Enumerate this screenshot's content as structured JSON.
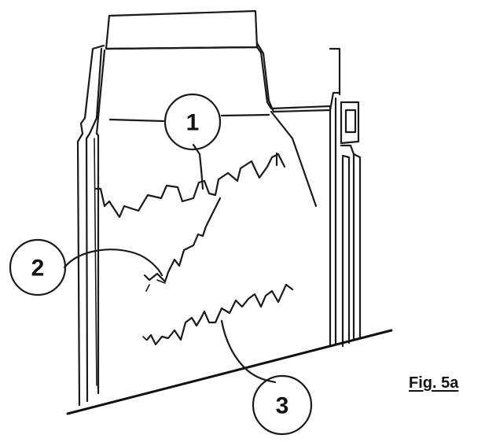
{
  "figure": {
    "caption": "Fig. 5a",
    "callouts": [
      {
        "id": "1",
        "label": "1"
      },
      {
        "id": "2",
        "label": "2"
      },
      {
        "id": "3",
        "label": "3"
      }
    ]
  }
}
